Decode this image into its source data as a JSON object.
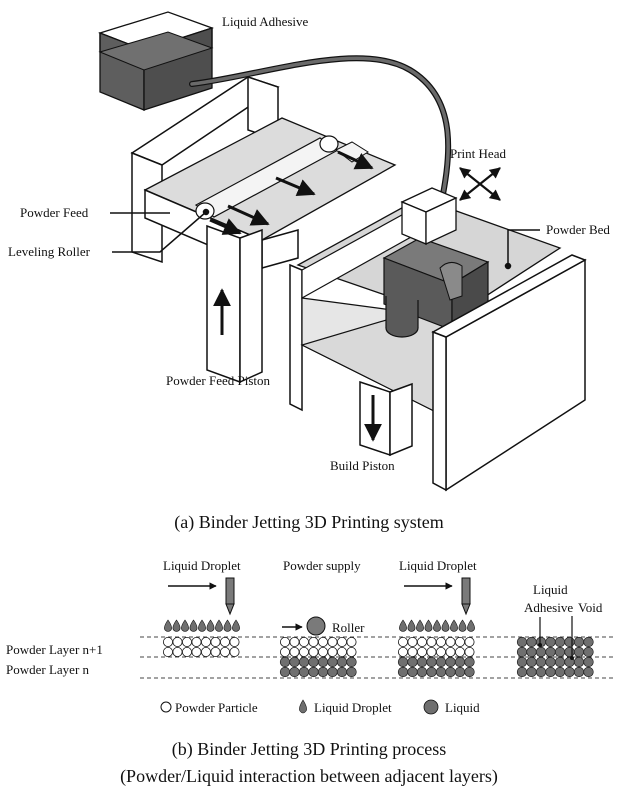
{
  "figure_a": {
    "labels": {
      "liquid_adhesive": "Liquid Adhesive",
      "print_head": "Print Head",
      "powder_feed": "Powder Feed",
      "leveling_roller": "Leveling Roller",
      "powder_bed": "Powder Bed",
      "powder_feed_piston": "Powder Feed Piston",
      "build_piston": "Build Piston"
    },
    "caption": "(a) Binder Jetting 3D Printing system"
  },
  "figure_b": {
    "stage_labels": {
      "stage1": "Liquid Droplet",
      "stage2": "Powder supply",
      "stage3": "Liquid Droplet",
      "roller": "Roller",
      "liquid_adhesive_line1": "Liquid",
      "liquid_adhesive_line2": "Adhesive",
      "void": "Void"
    },
    "layer_labels": {
      "upper": "Powder Layer n+1",
      "lower": "Powder Layer n"
    },
    "legend": {
      "powder_particle": "Powder Particle",
      "liquid_droplet": "Liquid Droplet",
      "liquid": "Liquid"
    },
    "caption_line1": "(b) Binder Jetting 3D Printing process",
    "caption_line2": "(Powder/Liquid interaction between adjacent layers)"
  },
  "colors": {
    "liquid": "#6f6f6f",
    "dark_block": "#5a5a5a",
    "powder_fill": "#e3e3e3",
    "outline": "#111111"
  }
}
